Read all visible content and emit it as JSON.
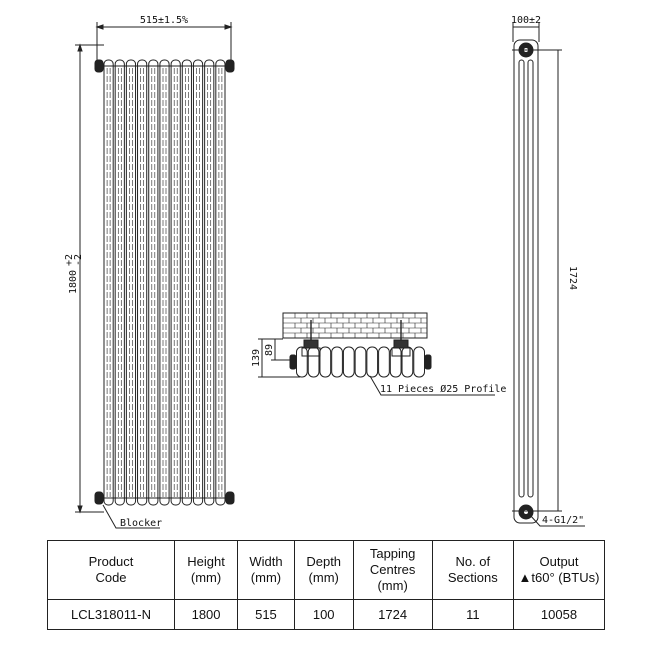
{
  "drawing": {
    "front_view": {
      "width_dim": "515±1.5%",
      "height_dim": "1800",
      "height_tol_plus": "+2",
      "height_tol_minus": "-2",
      "blocker_label": "Blocker",
      "sections": 11
    },
    "plan_view": {
      "dim_outer": "139",
      "dim_inner": "89",
      "profile_label": "11 Pieces Ø25 Profile"
    },
    "side_view": {
      "depth_dim": "100±2",
      "centres_dim": "1724",
      "tapping_label": "4-G1/2\""
    }
  },
  "spec_table": {
    "headers": [
      "Product\nCode",
      "Height\n(mm)",
      "Width\n(mm)",
      "Depth\n(mm)",
      "Tapping\nCentres\n(mm)",
      "No. of\nSections",
      "Output\n▲t60° (BTUs)"
    ],
    "rows": [
      [
        "LCL318011-N",
        "1800",
        "515",
        "100",
        "1724",
        "11",
        "10058"
      ]
    ]
  }
}
